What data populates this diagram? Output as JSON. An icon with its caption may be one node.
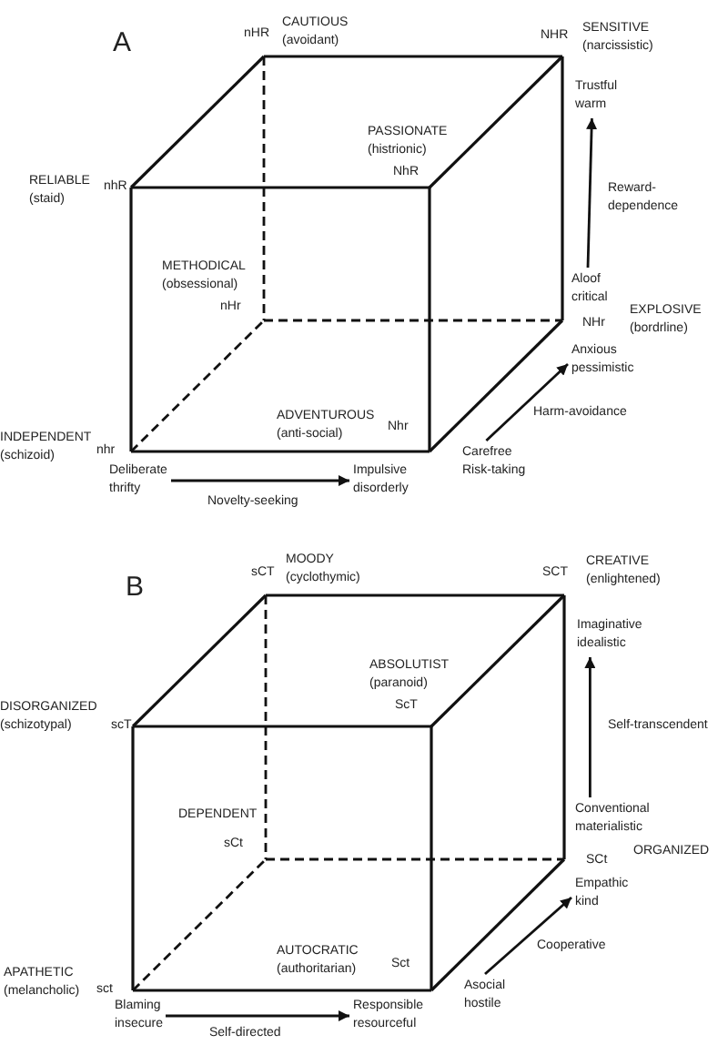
{
  "diagram": {
    "nodes": [
      {
        "text": [
          "Trustful warm"
        ]
      },
      {
        "text": [
          "Aloof critical"
        ]
      },
      {
        "text": [
          "Anxious pessimistic"
        ]
      },
      {
        "text": [
          "Deliberate thrifty"
        ]
      },
      {
        "text": [
          "Impulsive disorderly"
        ]
      },
      {
        "text": [
          "Carefree Risk-taking"
        ]
      },
      {
        "text": [
          "Imaginative idealistic"
        ]
      },
      {
        "text": [
          "Conventional materialistic"
        ]
      },
      {
        "text": [
          "Empathic kind"
        ]
      },
      {
        "text": [
          "Blaming insecure"
        ]
      },
      {
        "text": [
          "Responsible resourceful"
        ]
      },
      {
        "text": [
          "Asocial hostile"
        ]
      }
    ],
    "edges": [
      {
        "from": 1,
        "to": 0,
        "arrow": "to",
        "label": "Reward-dependence"
      },
      {
        "from": 5,
        "to": 2,
        "arrow": "to",
        "label": "Harm-avoidance"
      },
      {
        "from": 3,
        "to": 4,
        "arrow": "to",
        "label": "Novelty-seeking"
      },
      {
        "from": 7,
        "to": 6,
        "arrow": "to",
        "label": "Self-transcendent"
      },
      {
        "from": 11,
        "to": 8,
        "arrow": "to",
        "label": "Cooperative"
      },
      {
        "from": 9,
        "to": 10,
        "arrow": "to",
        "label": "Self-directed"
      }
    ],
    "labels": [
      "A",
      "nHR",
      "CAUTIOUS (avoidant)",
      "NHR",
      "SENSITIVE (narcissistic)",
      "PASSIONATE (histrionic)",
      "NhR",
      "RELIABLE (staid)",
      "nhR",
      "METHODICAL (obsessional)",
      "nHr",
      "EXPLOSIVE (bordrline)",
      "NHr",
      "ADVENTUROUS (anti-social)",
      "Nhr",
      "INDEPENDENT (schizoid)",
      "nhr",
      "B",
      "sCT",
      "MOODY (cyclothymic)",
      "SCT",
      "CREATIVE (enlightened)",
      "ABSOLUTIST (paranoid)",
      "ScT",
      "DISORGANIZED (schizotypal)",
      "scT",
      "DEPENDENT",
      "sCt",
      "ORGANIZED",
      "SCt",
      "AUTOCRATIC (authoritarian)",
      "Sct",
      "APATHETIC (melancholic)",
      "sct"
    ]
  }
}
